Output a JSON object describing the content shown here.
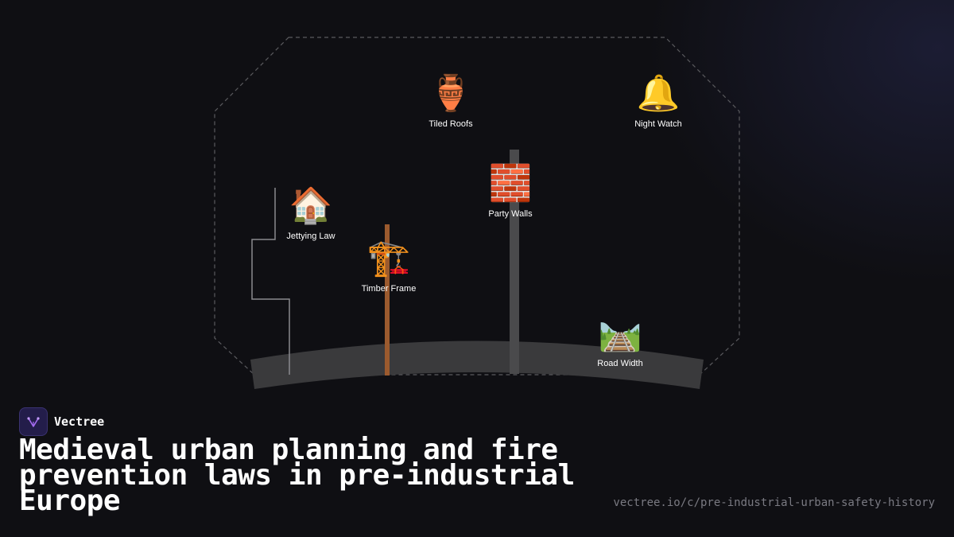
{
  "nodes": [
    {
      "id": "tiled-roofs",
      "icon": "amphora",
      "emoji": "🏺",
      "label": "Tiled Roofs"
    },
    {
      "id": "night-watch",
      "icon": "bell",
      "emoji": "🔔",
      "label": "Night Watch"
    },
    {
      "id": "party-walls",
      "icon": "bricks",
      "emoji": "🧱",
      "label": "Party Walls"
    },
    {
      "id": "jettying-law",
      "icon": "house",
      "emoji": "🏠",
      "label": "Jettying Law"
    },
    {
      "id": "timber-frame",
      "icon": "construction-crane",
      "emoji": "🏗️",
      "label": "Timber Frame"
    },
    {
      "id": "road-width",
      "icon": "railway-track",
      "emoji": "🛤️",
      "label": "Road Width"
    }
  ],
  "brand": {
    "name": "Vectree",
    "logo_color": "#231d4a",
    "accent": "#a46cf0"
  },
  "title": "Medieval urban planning and fire prevention laws in pre-industrial Europe",
  "url": "vectree.io/c/pre-industrial-urban-safety-history",
  "colors": {
    "background": "#0f0f13",
    "ground": "#3a3a3c",
    "timber_post": "#9b5a2e",
    "wall_pillar": "#4a4a4c",
    "outline": "#5a5a5e"
  }
}
